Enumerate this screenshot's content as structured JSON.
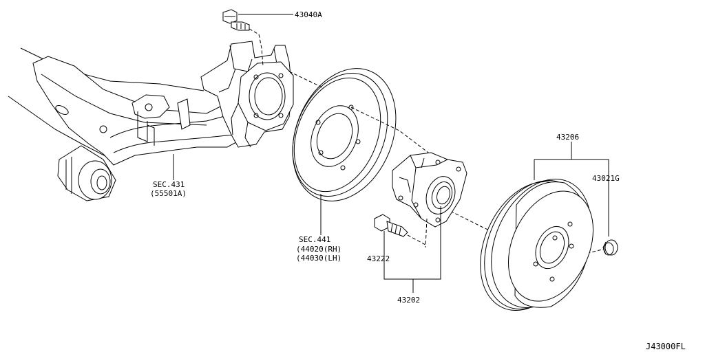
{
  "labels": {
    "bolt_top": "43040A",
    "sec431_a": "SEC.431",
    "sec431_b": "(55501A)",
    "sec441_a": "SEC.441",
    "sec441_b": "(44020(RH)",
    "sec441_c": "(44030(LH)",
    "bolt_hub": "43222",
    "hub_assembly": "43202",
    "drum": "43206",
    "cap": "43021G",
    "figure_code": "J43000FL"
  }
}
